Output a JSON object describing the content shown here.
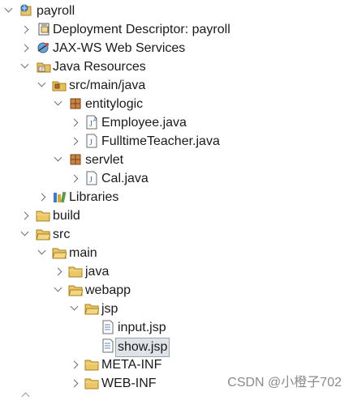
{
  "tree": {
    "project": "payroll",
    "deployment_descriptor": "Deployment Descriptor: payroll",
    "jaxws": "JAX-WS Web Services",
    "java_resources": "Java Resources",
    "src_main_java": "src/main/java",
    "pkg_entitylogic": "entitylogic",
    "file_employee": "Employee.java",
    "file_fulltime": "FulltimeTeacher.java",
    "pkg_servlet": "servlet",
    "file_cal": "Cal.java",
    "libraries": "Libraries",
    "build": "build",
    "src": "src",
    "main": "main",
    "java": "java",
    "webapp": "webapp",
    "jsp": "jsp",
    "file_input": "input.jsp",
    "file_show": "show.jsp",
    "meta_inf": "META-INF",
    "web_inf": "WEB-INF"
  },
  "selected_item": "show.jsp",
  "watermark": "CSDN @小橙子702",
  "icons": {
    "project": "web-project-icon",
    "deployment": "deployment-descriptor-icon",
    "jaxws": "web-services-icon",
    "java_resources": "java-resources-icon",
    "source_folder": "source-folder-icon",
    "package": "package-icon",
    "java_file": "java-file-icon",
    "libraries": "libraries-icon",
    "folder": "folder-icon",
    "jsp_file": "jsp-file-icon"
  }
}
